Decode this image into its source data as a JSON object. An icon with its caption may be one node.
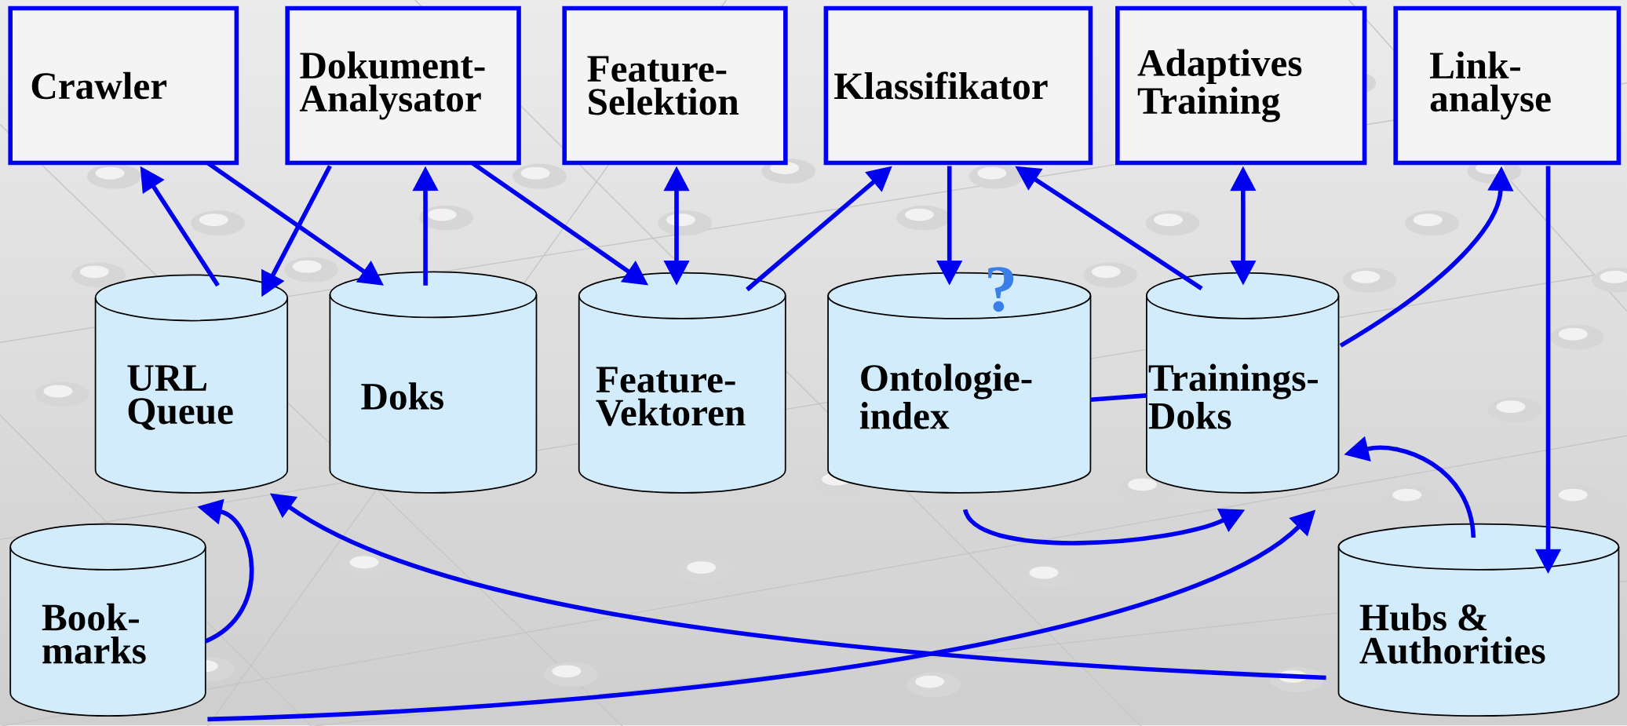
{
  "diagram": {
    "nodes": [
      {
        "text": [
          "Crawler"
        ]
      },
      {
        "text": [
          "Dokument-Analysator"
        ]
      },
      {
        "text": [
          "Feature-Selektion"
        ]
      },
      {
        "text": [
          "Klassifikator"
        ]
      },
      {
        "text": [
          "Adaptives Training"
        ]
      },
      {
        "text": [
          "Link-analyse"
        ]
      },
      {
        "text": [
          "URL Queue"
        ]
      },
      {
        "text": [
          "Doks"
        ]
      },
      {
        "text": [
          "Feature-Vektoren"
        ]
      },
      {
        "text": [
          "?",
          "Ontologie-index"
        ]
      },
      {
        "text": [
          "Trainings-Doks"
        ]
      },
      {
        "text": [
          "Book-marks"
        ]
      },
      {
        "text": [
          "Hubs & Authorities"
        ]
      }
    ],
    "edges": [
      {
        "from": 6,
        "to": 0,
        "arrow": "to"
      },
      {
        "from": 0,
        "to": 7,
        "arrow": "to"
      },
      {
        "from": 1,
        "to": 6,
        "arrow": "to"
      },
      {
        "from": 7,
        "to": 1,
        "arrow": "to"
      },
      {
        "from": 1,
        "to": 8,
        "arrow": "to"
      },
      {
        "from": 2,
        "to": 8,
        "arrow": "both"
      },
      {
        "from": 8,
        "to": 3,
        "arrow": "to"
      },
      {
        "from": 3,
        "to": 9,
        "arrow": "to"
      },
      {
        "from": 10,
        "to": 3,
        "arrow": "to"
      },
      {
        "from": 4,
        "to": 10,
        "arrow": "both"
      },
      {
        "from": 10,
        "to": 5,
        "arrow": "to"
      },
      {
        "from": 5,
        "to": 12,
        "arrow": "to"
      },
      {
        "from": 9,
        "to": 10,
        "arrow": "none"
      },
      {
        "from": 9,
        "to": 10,
        "arrow": "to"
      },
      {
        "from": 11,
        "to": 6,
        "arrow": "to"
      },
      {
        "from": 12,
        "to": 6,
        "arrow": "to"
      },
      {
        "from": 11,
        "to": 10,
        "arrow": "to"
      },
      {
        "from": 12,
        "to": 10,
        "arrow": "to"
      }
    ]
  }
}
